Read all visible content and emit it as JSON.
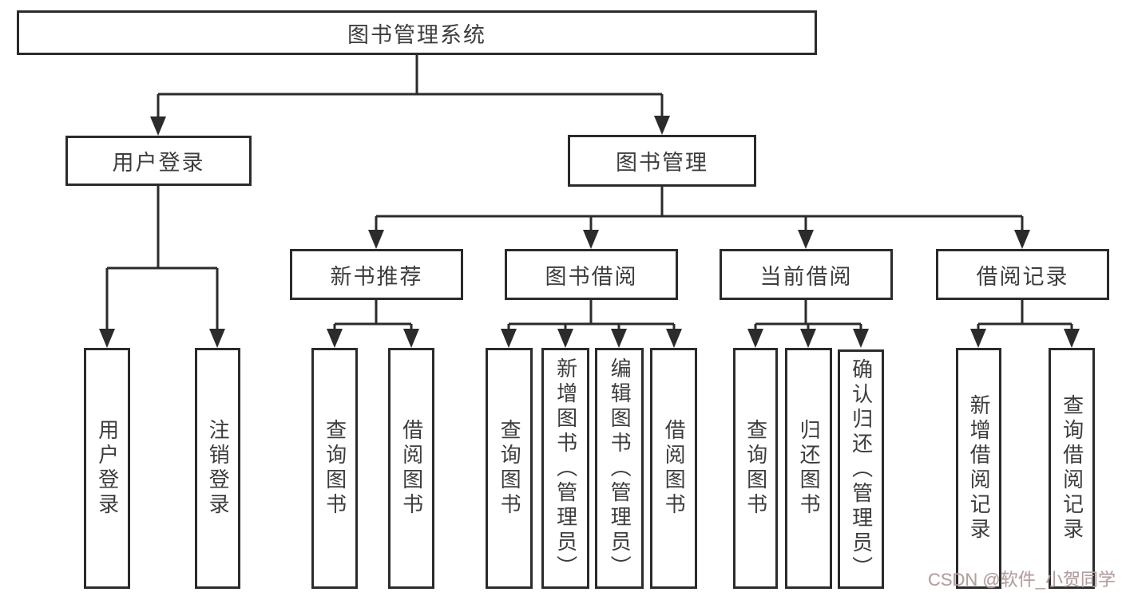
{
  "diagram": {
    "title": "图书管理系统",
    "branches": [
      {
        "label": "用户登录",
        "leaves": [
          "用户登录",
          "注销登录"
        ]
      },
      {
        "label": "图书管理",
        "sections": [
          {
            "label": "新书推荐",
            "leaves": [
              "查询图书",
              "借阅图书"
            ]
          },
          {
            "label": "图书借阅",
            "leaves": [
              "查询图书",
              "新增图书（管理员）",
              "编辑图书（管理员）",
              "借阅图书"
            ]
          },
          {
            "label": "当前借阅",
            "leaves": [
              "查询图书",
              "归还图书",
              "确认归还（管理员）"
            ]
          },
          {
            "label": "借阅记录",
            "leaves": [
              "新增借阅记录",
              "查询借阅记录"
            ]
          }
        ]
      }
    ]
  },
  "watermark": "CSDN @软件_小贺同学",
  "colors": {
    "line": "#2b2b2b",
    "box_border": "#2b2b2b",
    "text": "#3d3d3d",
    "background": "#ffffff",
    "watermark": "#b2a0a0"
  }
}
